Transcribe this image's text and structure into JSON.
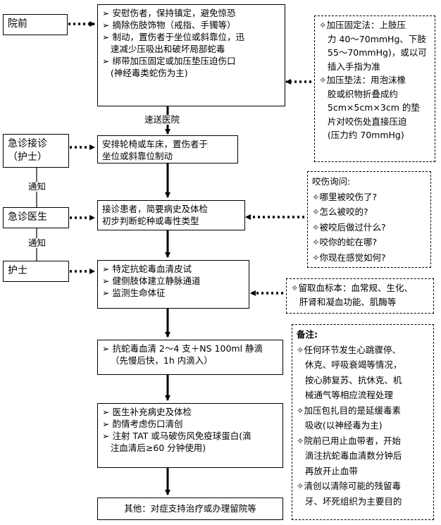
{
  "roles": {
    "prehospital": "院前",
    "triage_nurse_l1": "急诊接诊",
    "triage_nurse_l2": "（护士）",
    "doctor": "急诊医生",
    "nurse": "护士"
  },
  "labels": {
    "transport": "速送医院",
    "notify1": "通知",
    "notify2": "通知"
  },
  "steps": {
    "s1": [
      "➢ 安慰伤者，保持镇定，避免惊恐",
      "➢ 摘除伤肢饰物（戒指、手镯等）",
      "➢ 制动，置伤者于坐位或斜靠位，迅",
      "   速减少压吸出和破坏局部蛇毒",
      "➢ 绑带加压固定或加压垫压迫伤口",
      "   (神经毒类蛇伤为主)"
    ],
    "s2": [
      "安排轮椅或车床，置伤者于",
      "坐位或斜靠位制动"
    ],
    "s3": [
      "接诊患者，简要病史及体检",
      "初步判断蛇种或毒性类型"
    ],
    "s4": [
      "➢ 特定抗蛇毒血清皮试",
      "➢ 健侧肢体建立静脉通道",
      "➢ 监测生命体征"
    ],
    "s5": [
      "➢ 抗蛇毒血清 2～4 支＋NS 100ml 静滴",
      "   （先慢后快，1h 内滴入）"
    ],
    "s6": [
      "➢ 医生补充病史及体检",
      "➢ 酌情考虑伤口清创",
      "➢ 注射 TAT 或马破伤风免疫球蛋白(滴",
      "   注血清后≥60 分钟使用)"
    ],
    "s7": [
      "其他：对症支持治疗或办理留院等"
    ]
  },
  "notes": {
    "n1": [
      "✧加压固定法：上肢压",
      "   力 40～70mmHg、下肢",
      "   55～70mmHg)，或以可",
      "   插入手指为准",
      "✧加压垫法：用泡沫橡",
      "   胶或织物折叠成约",
      "   5cm×5cm×3cm 的垫",
      "   片对咬伤处直接压迫",
      "   (压力约 70mmHg)"
    ],
    "n2": [
      "咬伤询问:",
      "✧哪里被咬伤了?",
      "✧怎么被咬的?",
      "✧被咬后做过什么?",
      "✧咬你的蛇在哪?",
      "✧你现在感觉如何?"
    ],
    "n3": [
      "✧留取血标本：血常规、生化、",
      "   肝肾和凝血功能、肌酶等"
    ],
    "n4_title": "备注:",
    "n4": [
      "✧任何环节发生心跳骤停、",
      "   休克、呼吸衰竭等情况，",
      "   按心肺复苏、抗休克、机",
      "   械通气等相应流程处理",
      "✧加压包扎目的是延缓毒素",
      "   吸收(以神经毒为主)",
      "✧院前已用止血带者，开始",
      "   滴注抗蛇毒血清数分钟后",
      "   再放开止血带",
      "✧清创以清除可能的残留毒",
      "   牙、坏死组织为主要目的"
    ]
  }
}
